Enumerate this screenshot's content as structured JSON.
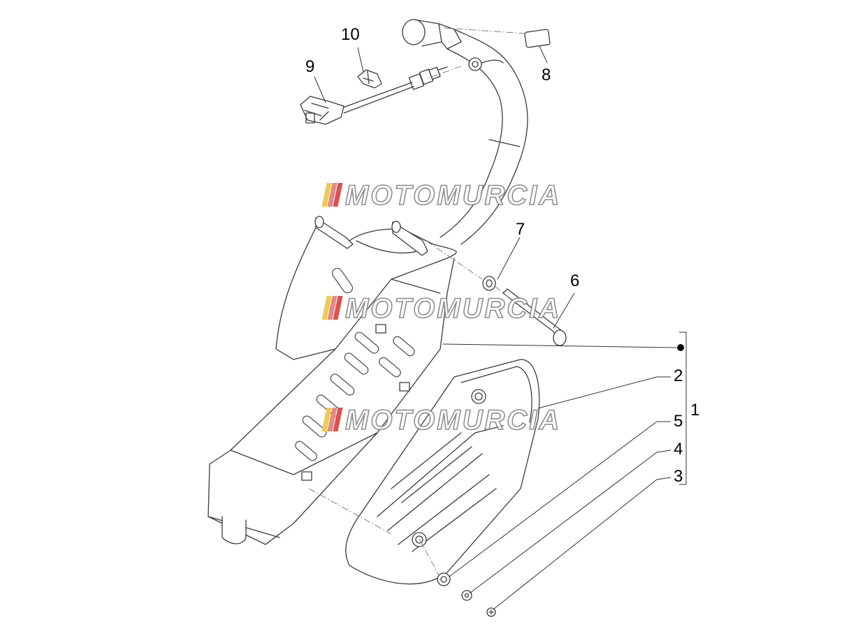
{
  "callouts": {
    "c1": "1",
    "c2": "2",
    "c3": "3",
    "c4": "4",
    "c5": "5",
    "c6": "6",
    "c7": "7",
    "c8": "8",
    "c9": "9",
    "c10": "10"
  },
  "watermark": {
    "text": "MOTOMURCIA",
    "stripe_colors": [
      "#f2c94c",
      "#e8868a",
      "#d9534f"
    ]
  },
  "colors": {
    "line": "#3a3a3a",
    "thin": "#777777",
    "fill": "#ffffff",
    "shade": "#e9e9e9"
  }
}
